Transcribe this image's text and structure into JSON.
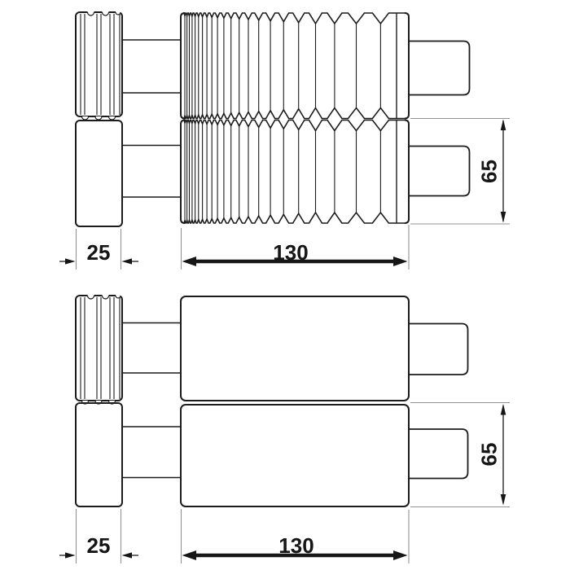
{
  "colors": {
    "ink": "#1c1c1c",
    "dimension": "#161616",
    "extension": "#939393",
    "background": "#ffffff"
  },
  "figures": {
    "corrugated": {
      "label_small_width": "25",
      "label_large_width": "130",
      "label_diameter": "65"
    },
    "smooth": {
      "label_small_width": "25",
      "label_large_width": "130",
      "label_diameter": "65"
    }
  }
}
